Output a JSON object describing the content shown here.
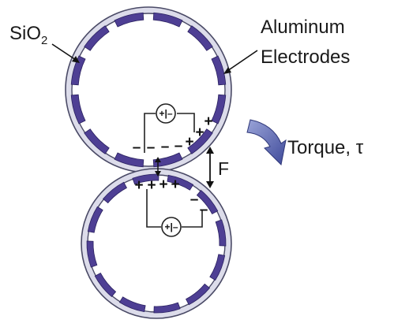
{
  "labels": {
    "sio2_main": "SiO",
    "sio2_sub": "2",
    "aluminum": "Aluminum",
    "electrodes": "Electrodes",
    "torque": "Torque,  τ",
    "force": "F"
  },
  "charges": {
    "top_bottom_minus": [
      "–",
      "–",
      "–",
      "–"
    ],
    "top_side_plus": [
      "+",
      "+",
      "+"
    ],
    "bottom_top_plus": [
      "+",
      "+",
      "+",
      "+"
    ],
    "bottom_side_minus": [
      "–",
      "–"
    ]
  },
  "sources": {
    "top": "+|–",
    "bottom": "+|–"
  },
  "colors": {
    "electrode": "#4e3f94",
    "electrode_edge": "#2a2160",
    "ring_fill": "#dcdcea",
    "ring_edge": "#4a4a66",
    "arrow_dark": "#3f4a9a",
    "arrow_light": "#9aa4d8",
    "wire": "#222222"
  }
}
